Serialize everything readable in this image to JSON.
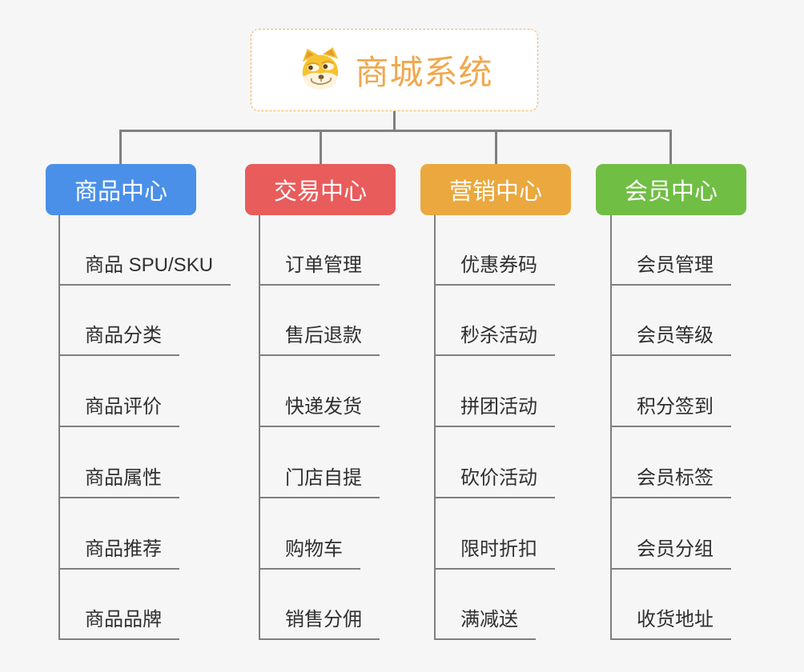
{
  "root": {
    "title": "商城系统",
    "title_color": "#f0a84e",
    "border_color": "#f0b35e",
    "icon": "doge-face-icon"
  },
  "lines": {
    "connector_color": "#808080",
    "underline_color": "#7f7f7f"
  },
  "branches": [
    {
      "label": "商品中心",
      "color": "#4a90e8",
      "items": [
        "商品 SPU/SKU",
        "商品分类",
        "商品评价",
        "商品属性",
        "商品推荐",
        "商品品牌"
      ]
    },
    {
      "label": "交易中心",
      "color": "#e85c5c",
      "items": [
        "订单管理",
        "售后退款",
        "快递发货",
        "门店自提",
        "购物车",
        "销售分佣"
      ]
    },
    {
      "label": "营销中心",
      "color": "#eaa83e",
      "items": [
        "优惠券码",
        "秒杀活动",
        "拼团活动",
        "砍价活动",
        "限时折扣",
        "满减送"
      ]
    },
    {
      "label": "会员中心",
      "color": "#70be44",
      "items": [
        "会员管理",
        "会员等级",
        "积分签到",
        "会员标签",
        "会员分组",
        "收货地址"
      ]
    }
  ]
}
